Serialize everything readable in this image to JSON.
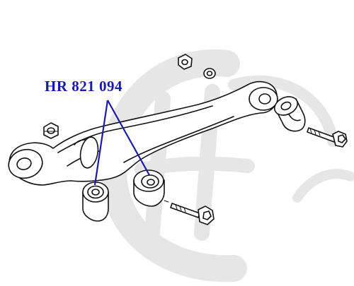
{
  "diagram": {
    "part_number": "HR 821 094",
    "colors": {
      "label": "#1a1aa8",
      "leader_lines": "#1a1aa8",
      "drawing": "#111111",
      "watermark": "#e6e6e6",
      "background": "#ffffff"
    },
    "watermark_icon": "stylized-H-logo",
    "parts": [
      "control-arm",
      "bushing-front",
      "bushing-rear",
      "bushing-right",
      "bolt-right",
      "bolt-bottom",
      "nut-top",
      "washer-top",
      "nut-left"
    ]
  }
}
